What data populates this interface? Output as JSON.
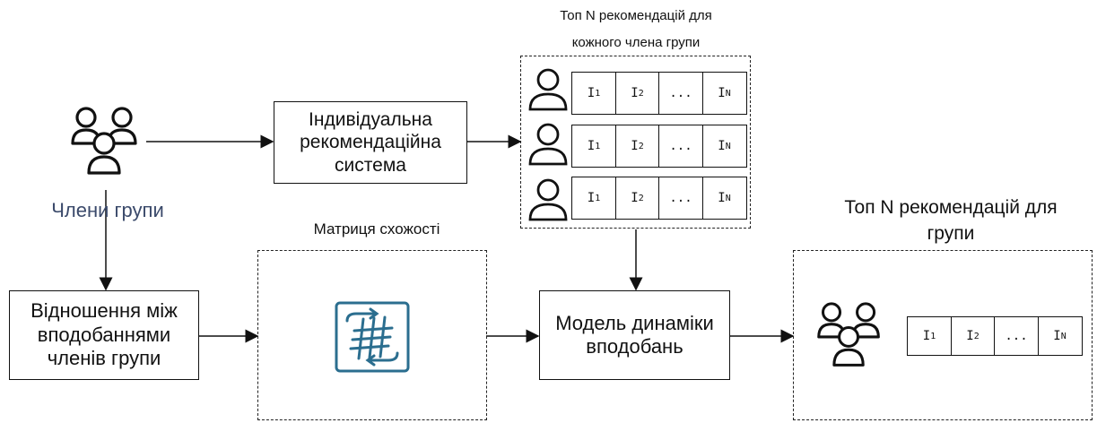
{
  "members_label": "Члени групи",
  "individual_system": [
    "Індивідуальна",
    "рекомендаційна",
    "система"
  ],
  "top_n_each_title": [
    "Топ N рекомендацій для",
    "кожного члена групи"
  ],
  "relations_box": [
    "Відношення між",
    "вподобаннями",
    "членів групи"
  ],
  "similarity_matrix_title": "Матриця схожості",
  "dynamics_model": [
    "Модель динаміки",
    "вподобань"
  ],
  "top_n_group_title": [
    "Топ N рекомендацій для",
    "групи"
  ],
  "item_cells": [
    {
      "letter": "I",
      "sub": "1"
    },
    {
      "letter": "I",
      "sub": "2"
    },
    {
      "letter": "...",
      "sub": ""
    },
    {
      "letter": "I",
      "sub": "N"
    }
  ],
  "colors": {
    "line": "#111111",
    "members_label": "#3b4a6b",
    "matrix_icon": "#2b6e8f"
  },
  "icons": [
    "users-group-icon",
    "user-icon",
    "matrix-icon"
  ]
}
